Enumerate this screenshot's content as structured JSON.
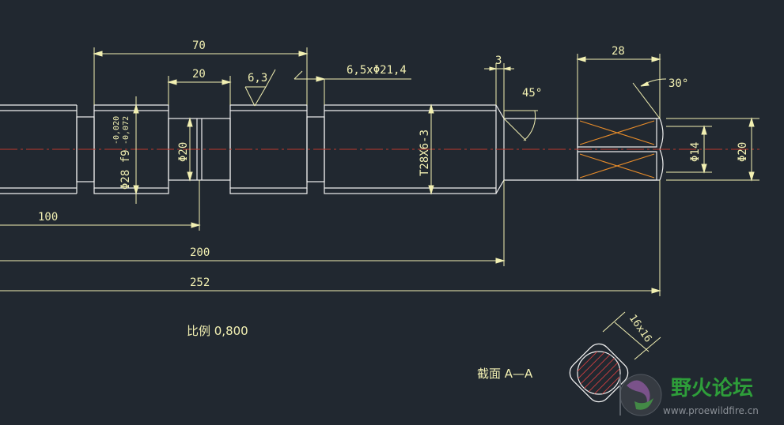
{
  "dimensions": {
    "d70": "70",
    "d20": "20",
    "roughness": "6,3",
    "chamfer": "6,5xΦ21,4",
    "d3": "3",
    "d28": "28",
    "angle45": "45°",
    "angle30": "30°",
    "fit_main": "Φ28 f9",
    "tol_upper": "-0,020",
    "tol_lower": "-0,072",
    "dia20_left": "Φ20",
    "thread": "T28X6-3",
    "dia14": "Φ14",
    "dia20_right": "Φ20",
    "d100": "100",
    "d200": "200",
    "d252": "252",
    "square": "16x16"
  },
  "labels": {
    "scale": "比例  0,800",
    "section": "截面  A—A"
  },
  "watermark": {
    "title": "野火论坛",
    "url": "www.proewildfire.cn"
  },
  "colors": {
    "background": "#212830",
    "part_line": "#f0f0f0",
    "dimension": "#f2f0b2",
    "centerline": "#c0392b",
    "hatch": "#e88c2a",
    "watermark_green": "#2e9e3a"
  }
}
